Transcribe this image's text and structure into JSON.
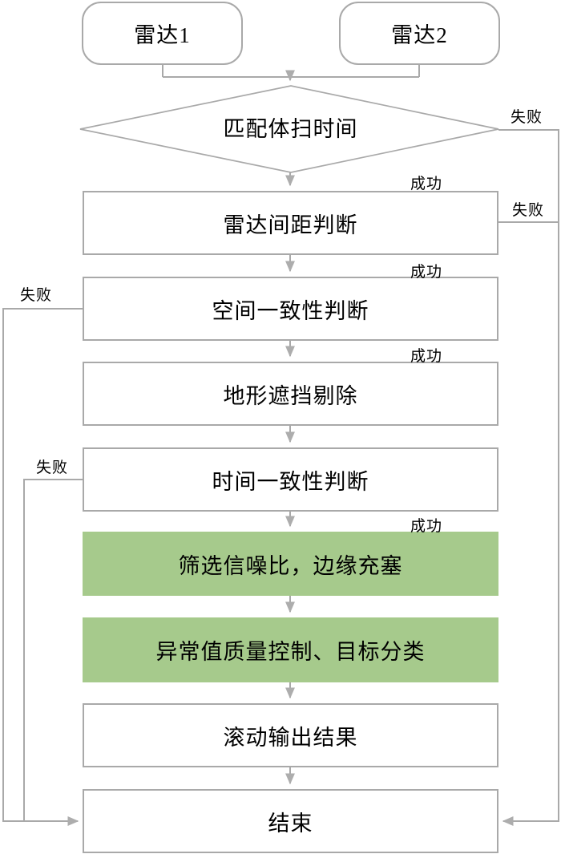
{
  "flowchart": {
    "nodes": {
      "radar1": "雷达1",
      "radar2": "雷达2",
      "match_scan_time": "匹配体扫时间",
      "radar_distance_check": "雷达间距判断",
      "spatial_consistency_check": "空间一致性判断",
      "terrain_occlusion_removal": "地形遮挡剔除",
      "temporal_consistency_check": "时间一致性判断",
      "snr_filter_edge_fill": "筛选信噪比，边缘充塞",
      "outlier_qc_target_classify": "异常值质量控制、目标分类",
      "rolling_output": "滚动输出结果",
      "end": "结束"
    },
    "labels": {
      "success": "成功",
      "fail": "失败"
    },
    "colors": {
      "green_fill": "#a6ca8c",
      "line_gray": "#a9a9a9",
      "text": "#000000"
    }
  }
}
